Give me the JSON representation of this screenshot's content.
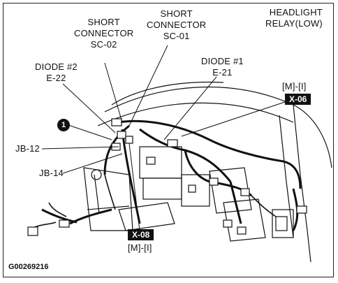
{
  "labels": {
    "headlight_relay": [
      "HEADLIGHT",
      "RELAY(LOW)"
    ],
    "short_connector_sc02": [
      "SHORT",
      "CONNECTOR",
      "SC-02"
    ],
    "short_connector_sc01": [
      "SHORT",
      "CONNECTOR",
      "SC-01"
    ],
    "diode_2": [
      "DIODE #2",
      "E-22"
    ],
    "diode_1": [
      "DIODE #1",
      "E-21"
    ],
    "m_i_top": "[M]-[I]",
    "x06": "X-06",
    "jb12": "JB-12",
    "jb14": "JB-14",
    "x08": "X-08",
    "m_i_bottom": "[M]-[I]",
    "callout_1": "1",
    "figure_id": "G00269216"
  },
  "colors": {
    "line": "#111111",
    "box_fill": "#111111",
    "box_text": "#ffffff"
  }
}
